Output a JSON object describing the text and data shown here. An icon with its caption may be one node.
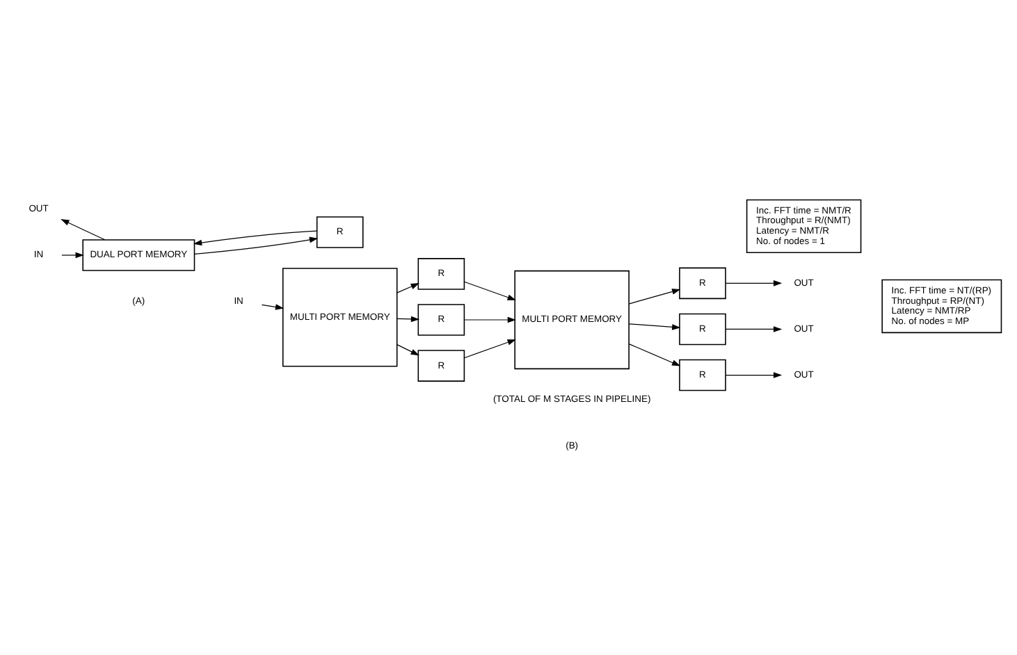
{
  "diagram": {
    "nodes": [
      {
        "text": [
          "OUT"
        ]
      },
      {
        "text": [
          "IN"
        ]
      },
      {
        "text": [
          "DUAL PORT MEMORY"
        ]
      },
      {
        "text": [
          "R"
        ]
      },
      {
        "text": [
          "Inc. FFT time = NMT/R",
          "Throughput = R/(NMT)",
          "Latency = NMT/R",
          "No. of nodes = 1"
        ]
      },
      {
        "text": [
          "IN"
        ]
      },
      {
        "text": [
          "MULTI PORT MEMORY"
        ]
      },
      {
        "text": [
          "R"
        ]
      },
      {
        "text": [
          "R"
        ]
      },
      {
        "text": [
          "R"
        ]
      },
      {
        "text": [
          "MULTI PORT MEMORY"
        ]
      },
      {
        "text": [
          "R"
        ]
      },
      {
        "text": [
          "R"
        ]
      },
      {
        "text": [
          "R"
        ]
      },
      {
        "text": [
          "OUT"
        ]
      },
      {
        "text": [
          "OUT"
        ]
      },
      {
        "text": [
          "OUT"
        ]
      },
      {
        "text": [
          "Inc. FFT time = NT/(RP)",
          "Throughput = RP/(NT)",
          "Latency = NMT/RP",
          "No. of nodes = MP"
        ]
      }
    ],
    "edges": [
      {
        "from": 2,
        "to": 0,
        "arrow": "to"
      },
      {
        "from": 1,
        "to": 2,
        "arrow": "to"
      },
      {
        "from": 2,
        "to": 3,
        "arrow": "to"
      },
      {
        "from": 3,
        "to": 2,
        "arrow": "to"
      },
      {
        "from": 5,
        "to": 6,
        "arrow": "to"
      },
      {
        "from": 6,
        "to": 7,
        "arrow": "to"
      },
      {
        "from": 6,
        "to": 8,
        "arrow": "to"
      },
      {
        "from": 6,
        "to": 9,
        "arrow": "to"
      },
      {
        "from": 7,
        "to": 10,
        "arrow": "to"
      },
      {
        "from": 8,
        "to": 10,
        "arrow": "to"
      },
      {
        "from": 9,
        "to": 10,
        "arrow": "to"
      },
      {
        "from": 10,
        "to": 11,
        "arrow": "to"
      },
      {
        "from": 10,
        "to": 12,
        "arrow": "to"
      },
      {
        "from": 10,
        "to": 13,
        "arrow": "to"
      },
      {
        "from": 11,
        "to": 14,
        "arrow": "to"
      },
      {
        "from": 12,
        "to": 15,
        "arrow": "to"
      },
      {
        "from": 13,
        "to": 16,
        "arrow": "to"
      }
    ],
    "labels": [
      "(A)",
      "(TOTAL OF M STAGES IN PIPELINE)",
      "(B)"
    ]
  }
}
